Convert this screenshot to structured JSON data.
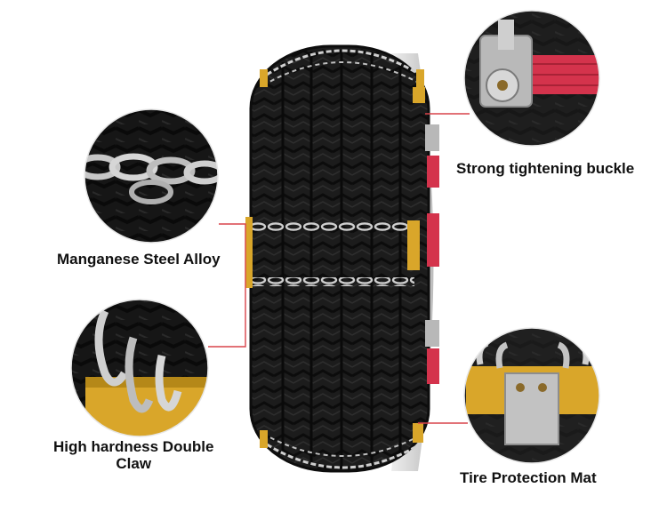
{
  "colors": {
    "background": "#ffffff",
    "tire": "#1b1b1b",
    "chain": "#c9c9c9",
    "strap": "#d4334c",
    "bracket": "#d9a62a",
    "callout_line": "#d9434a",
    "label_text": "#111111"
  },
  "labels": {
    "buckle": "Strong tightening buckle",
    "steel": "Manganese Steel Alloy",
    "claw_line1": "High hardness Double",
    "claw_line2": "Claw",
    "mat": "Tire Protection Mat"
  },
  "icons": {
    "buckle": "ratchet-buckle-icon",
    "steel": "chain-link-icon",
    "claw": "double-claw-icon",
    "mat": "protection-mat-icon"
  }
}
